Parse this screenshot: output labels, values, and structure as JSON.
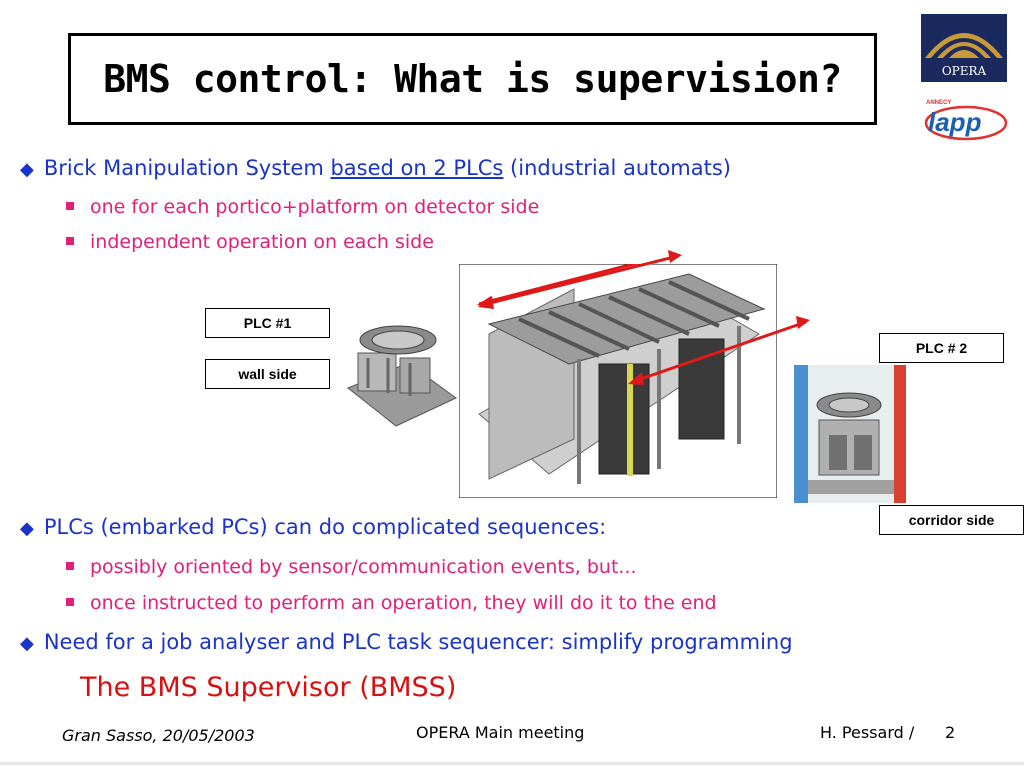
{
  "title": "BMS control: What is supervision?",
  "logos": {
    "opera": "OPERA",
    "lapp": "lapp",
    "lapp_small": "ANNECY"
  },
  "bullets": [
    {
      "text_before": "Brick Manipulation System ",
      "text_underlined": "based on 2 PLCs",
      "text_after": " (industrial automats)"
    },
    {
      "text": "PLCs (embarked PCs) can do complicated sequences:"
    },
    {
      "text": "Need for a job analyser and PLC task sequencer:  simplify programming"
    }
  ],
  "subbullets_1": [
    "one for each portico+platform on detector side",
    "independent operation on each side"
  ],
  "subbullets_2": [
    "possibly oriented by sensor/communication events, but...",
    "once instructed to perform an operation, they will do it to the end"
  ],
  "labels": {
    "plc1": "PLC #1",
    "wall": "wall side",
    "plc2": "PLC # 2",
    "corridor": "corridor side"
  },
  "bmss": "The BMS Supervisor (BMSS)",
  "footer": {
    "left": "Gran Sasso, 20/05/2003",
    "center": "OPERA Main meeting",
    "right": "H. Pessard /",
    "page": "2"
  },
  "colors": {
    "blue": "#1a33c8",
    "pink": "#e0207a",
    "red": "#d81010"
  }
}
